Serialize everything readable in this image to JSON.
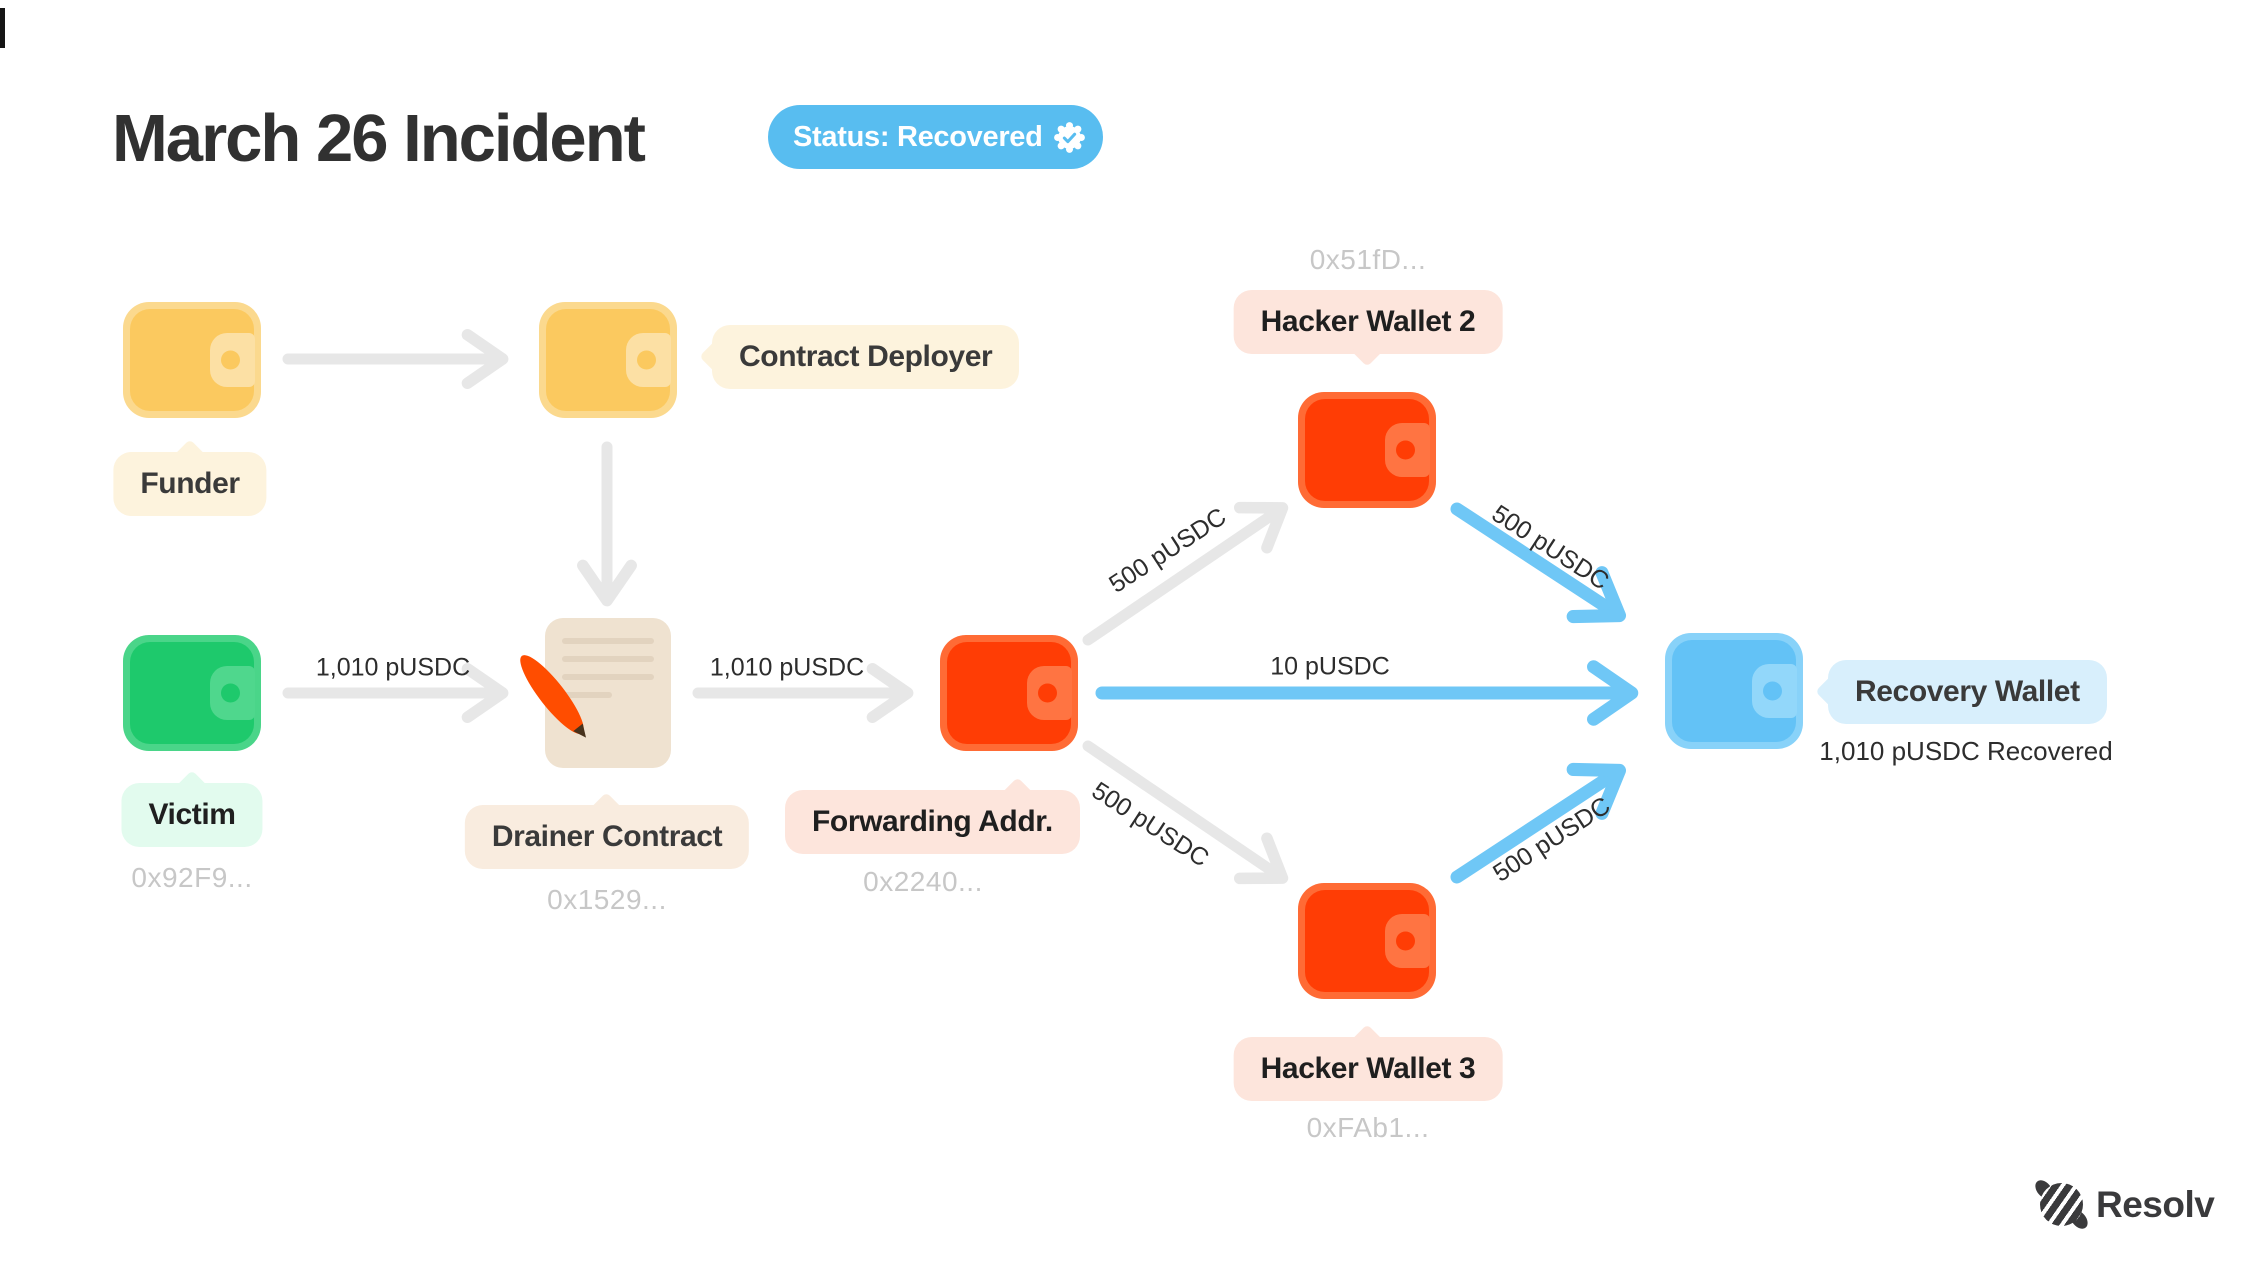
{
  "header": {
    "title": "March 26 Incident",
    "status": "Status: Recovered"
  },
  "icons": {
    "status_check": "verified-seal-icon",
    "wallet": "wallet-icon",
    "contract": "contract-quill-icon",
    "brand": "resolv-sphere-icon"
  },
  "nodes": {
    "funder": {
      "label": "Funder"
    },
    "contract_deployer": {
      "label": "Contract Deployer"
    },
    "victim": {
      "label": "Victim",
      "address": "0x92F9..."
    },
    "drainer_contract": {
      "label": "Drainer Contract",
      "address": "0x1529..."
    },
    "forwarding_addr": {
      "label": "Forwarding Addr.",
      "address": "0x2240..."
    },
    "hacker_wallet_2": {
      "label": "Hacker Wallet 2",
      "address": "0x51fD..."
    },
    "hacker_wallet_3": {
      "label": "Hacker Wallet 3",
      "address": "0xFAb1..."
    },
    "recovery_wallet": {
      "label": "Recovery Wallet",
      "note": "1,010 pUSDC Recovered"
    }
  },
  "edges": {
    "victim_to_drainer": {
      "amount": "1,010 pUSDC"
    },
    "drainer_to_forwarding": {
      "amount": "1,010 pUSDC"
    },
    "forwarding_to_recovery": {
      "amount": "10 pUSDC"
    },
    "forwarding_to_hw2": {
      "amount": "500 pUSDC"
    },
    "forwarding_to_hw3": {
      "amount": "500 pUSDC"
    },
    "hw2_to_recovery": {
      "amount": "500 pUSDC"
    },
    "hw3_to_recovery": {
      "amount": "500 pUSDC"
    }
  },
  "footer": {
    "brand": "Resolv"
  },
  "colors": {
    "ink": "#313131",
    "badge": "#58BDF0",
    "badgeText": "#FFFFFF",
    "arrowGray": "#E7E7E7",
    "arrowBlue": "#6FC7F6",
    "edgeText": "#2D2D2D",
    "addrText": "#C7C7C7",
    "bubbleCream": "#FDF3DD",
    "bubbleMint": "#E2FBEE",
    "bubbleBeige": "#F9ECDF",
    "bubblePink": "#FDE5DC",
    "bubbleBlue": "#D8EFFC",
    "walletYellow": "#FBC95F",
    "walletYellowBorder": "#FBD98E",
    "walletYellowClasp": "#FCE0A4",
    "walletGreen": "#1EC96C",
    "walletGreenBorder": "#4AD589",
    "walletGreenClasp": "#4FD78D",
    "walletRed": "#FF3D05",
    "walletRedBorder": "#FF6B35",
    "walletRedClasp": "#FF7442",
    "walletBlue": "#63C2F6",
    "walletBlueBorder": "#88D2F9",
    "walletBlueClasp": "#92D7FA",
    "docBg": "#EFE2D0",
    "docLine": "#E2D3BF",
    "quill": "#FF4D00",
    "brandInk": "#3A3A3C"
  }
}
